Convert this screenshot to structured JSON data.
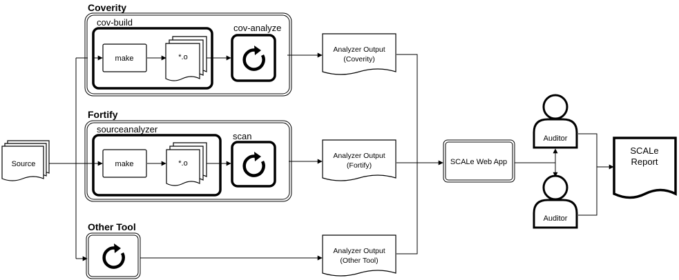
{
  "groups": {
    "coverity": {
      "title": "Coverity",
      "build_label": "cov-build",
      "analyze_label": "cov-analyze"
    },
    "fortify": {
      "title": "Fortify",
      "build_label": "sourceanalyzer",
      "analyze_label": "scan"
    },
    "other": {
      "title": "Other Tool"
    }
  },
  "nodes": {
    "source": "Source",
    "make": "make",
    "object_files": "*.o",
    "scale_web_app": "SCALe Web App",
    "auditor": "Auditor",
    "scale_report_line1": "SCALe",
    "scale_report_line2": "Report"
  },
  "outputs": {
    "coverity": {
      "line1": "Analyzer Output",
      "line2": "(Coverity)"
    },
    "fortify": {
      "line1": "Analyzer Output",
      "line2": "(Fortify)"
    },
    "other": {
      "line1": "Analyzer Output",
      "line2": "(Other Tool)"
    }
  }
}
